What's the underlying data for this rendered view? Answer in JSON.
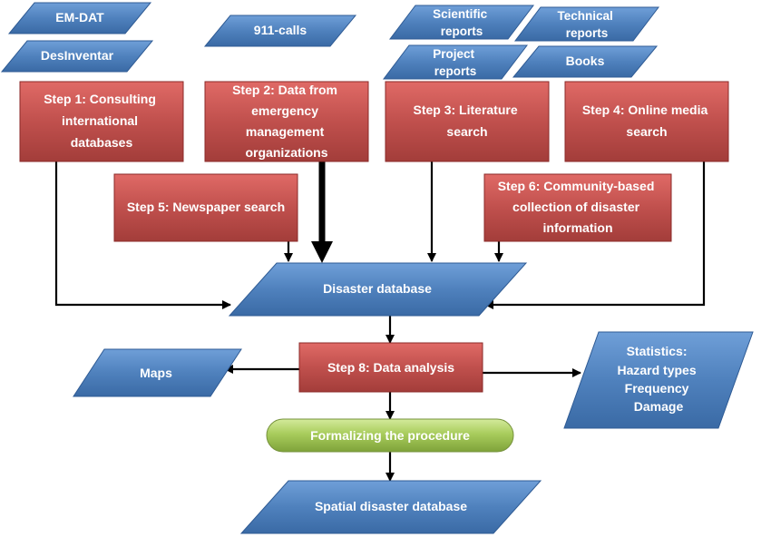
{
  "sources": {
    "em_dat": [
      "EM-DAT"
    ],
    "desinventar": [
      "DesInventar"
    ],
    "calls_911": [
      "911-calls"
    ],
    "scientific_reports": [
      "Scientific",
      "reports"
    ],
    "technical_reports": [
      "Technical",
      "reports"
    ],
    "project_reports": [
      "Project",
      "reports"
    ],
    "books": [
      "Books"
    ]
  },
  "steps": {
    "step1": [
      "Step 1: Consulting",
      "international",
      "databases"
    ],
    "step2": [
      "Step 2: Data from",
      "emergency",
      "management",
      "organizations"
    ],
    "step3": [
      "Step 3: Literature",
      "search"
    ],
    "step4": [
      "Step 4: Online media",
      "search"
    ],
    "step5": [
      "Step 5: Newspaper search"
    ],
    "step6": [
      "Step 6: Community-based",
      "collection of disaster",
      "information"
    ],
    "step8": [
      "Step 8: Data analysis"
    ]
  },
  "outputs": {
    "disaster_database": [
      "Disaster database"
    ],
    "maps": [
      "Maps"
    ],
    "statistics": [
      "Statistics:",
      "Hazard types",
      "Frequency",
      "Damage"
    ],
    "formalizing": [
      "Formalizing the procedure"
    ],
    "spatial_database": [
      "Spatial disaster database"
    ]
  },
  "colors": {
    "blue": "#4f81bd",
    "red": "#c0504d",
    "green": "#9bbb59",
    "arrow": "#000000"
  }
}
